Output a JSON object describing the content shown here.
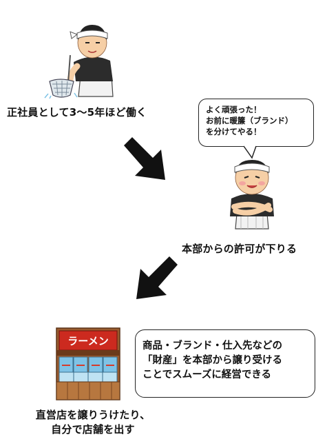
{
  "steps": [
    {
      "caption": "正社員として3～5年ほど働く"
    },
    {
      "caption": "本部からの許可が下りる"
    },
    {
      "caption_lines": [
        "直営店を譲りうけたり、",
        "自分で店舗を出す"
      ]
    }
  ],
  "speech_bubble": {
    "lines": [
      "よく頑張った！",
      "お前に暖簾（ブランド）",
      "を分けてやる！"
    ]
  },
  "info_box": {
    "lines": [
      "商品・ブランド・仕入先などの",
      "「財産」を本部から譲り受ける",
      "ことでスムーズに経営できる"
    ]
  },
  "shop_sign": {
    "text": "ラーメン"
  },
  "icons": [
    "chef-cooking-noodles-illustration",
    "arrow-down-right-icon",
    "chef-arms-crossed-illustration",
    "arrow-down-left-icon",
    "ramen-shop-illustration"
  ],
  "colors": {
    "shop_sign_red": "#cc2a1f",
    "curtain_blue": "#7ec3e6",
    "wood_brown": "#9a5b2e",
    "skin": "#f6cfa6"
  }
}
